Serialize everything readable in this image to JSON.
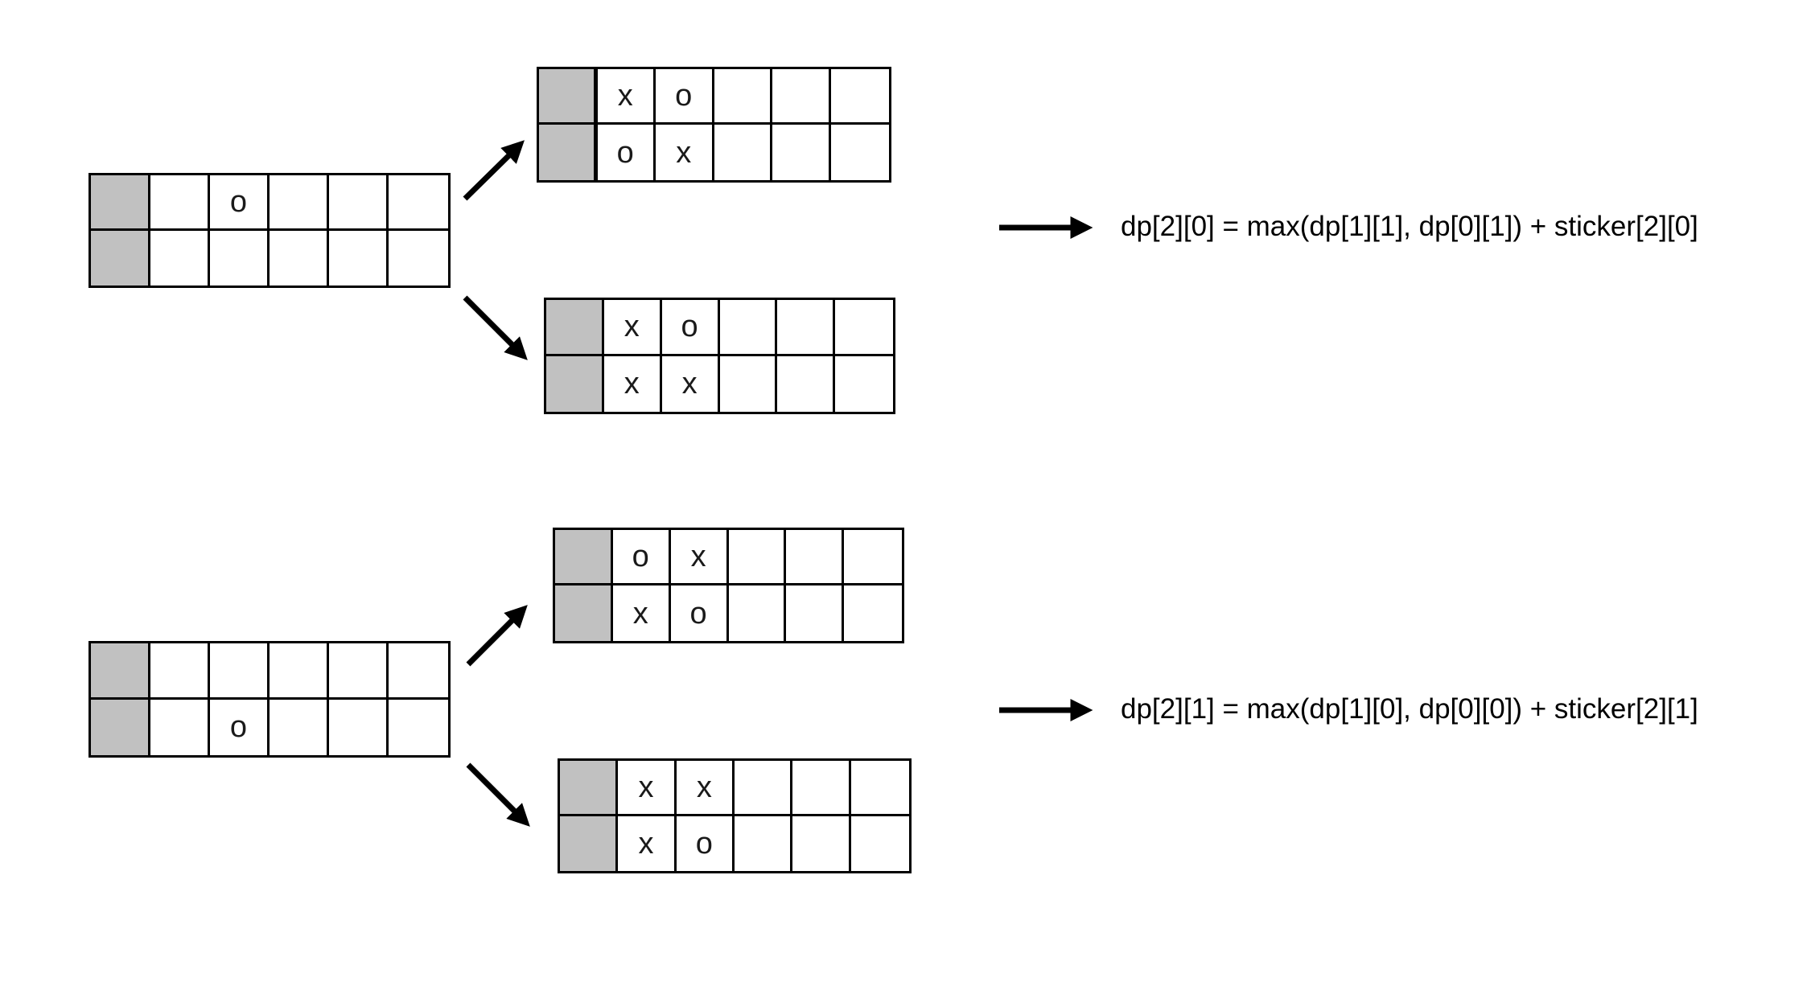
{
  "colors": {
    "background": "#ffffff",
    "grid_line": "#000000",
    "used_cell_fill": "#c1c1c1",
    "text": "#000000"
  },
  "icons": {
    "branch_arrow": "diagonal-arrow-icon",
    "result_arrow": "right-arrow-icon"
  },
  "grids": [
    {
      "name": "top-source",
      "gray_first_column": true,
      "rows": [
        [
          "",
          "",
          "o",
          "",
          "",
          ""
        ],
        [
          "",
          "",
          "",
          "",
          "",
          ""
        ]
      ]
    },
    {
      "name": "top-branch-upper",
      "gray_first_column": true,
      "rows": [
        [
          "",
          "x",
          "o",
          "",
          "",
          ""
        ],
        [
          "",
          "o",
          "x",
          "",
          "",
          ""
        ]
      ]
    },
    {
      "name": "top-branch-lower",
      "gray_first_column": true,
      "rows": [
        [
          "",
          "x",
          "o",
          "",
          "",
          ""
        ],
        [
          "",
          "x",
          "x",
          "",
          "",
          ""
        ]
      ]
    },
    {
      "name": "bottom-source",
      "gray_first_column": true,
      "rows": [
        [
          "",
          "",
          "",
          "",
          "",
          ""
        ],
        [
          "",
          "",
          "o",
          "",
          "",
          ""
        ]
      ]
    },
    {
      "name": "bottom-branch-upper",
      "gray_first_column": true,
      "rows": [
        [
          "",
          "o",
          "x",
          "",
          "",
          ""
        ],
        [
          "",
          "x",
          "o",
          "",
          "",
          ""
        ]
      ]
    },
    {
      "name": "bottom-branch-lower",
      "gray_first_column": true,
      "rows": [
        [
          "",
          "x",
          "x",
          "",
          "",
          ""
        ],
        [
          "",
          "x",
          "o",
          "",
          "",
          ""
        ]
      ]
    }
  ],
  "formulas": {
    "top": "dp[2][0] = max(dp[1][1], dp[0][1]) + sticker[2][0]",
    "bottom": "dp[2][1] = max(dp[1][0], dp[0][0]) + sticker[2][1]"
  }
}
